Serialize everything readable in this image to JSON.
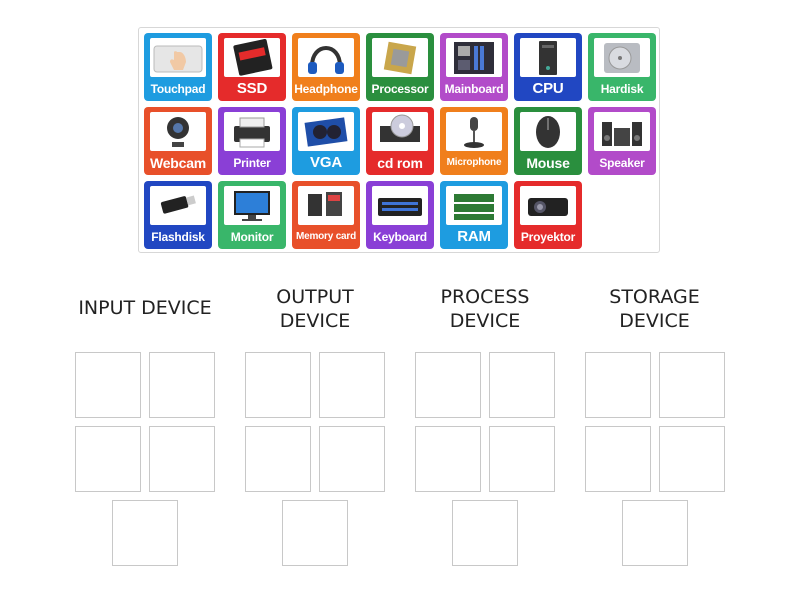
{
  "tiles": [
    {
      "label": "Touchpad",
      "color": "#1e9ce0",
      "icon": "touchpad-icon"
    },
    {
      "label": "SSD",
      "color": "#e52b2b",
      "icon": "ssd-icon"
    },
    {
      "label": "Headphone",
      "color": "#f07f1c",
      "icon": "headphone-icon"
    },
    {
      "label": "Processor",
      "color": "#2a8f3e",
      "icon": "processor-icon"
    },
    {
      "label": "Mainboard",
      "color": "#b24bc9",
      "icon": "mainboard-icon"
    },
    {
      "label": "CPU",
      "color": "#2147c2",
      "icon": "cpu-tower-icon"
    },
    {
      "label": "Hardisk",
      "color": "#39b66a",
      "icon": "hardisk-icon"
    },
    {
      "label": "Webcam",
      "color": "#e8502a",
      "icon": "webcam-icon"
    },
    {
      "label": "Printer",
      "color": "#8a3fd6",
      "icon": "printer-icon"
    },
    {
      "label": "VGA",
      "color": "#1e9ce0",
      "icon": "vga-card-icon"
    },
    {
      "label": "cd rom",
      "color": "#e52b2b",
      "icon": "cd-rom-icon"
    },
    {
      "label": "Microphone",
      "color": "#f07f1c",
      "icon": "microphone-icon"
    },
    {
      "label": "Mouse",
      "color": "#2a8f3e",
      "icon": "mouse-icon"
    },
    {
      "label": "Speaker",
      "color": "#b24bc9",
      "icon": "speaker-icon"
    },
    {
      "label": "Flashdisk",
      "color": "#2147c2",
      "icon": "flashdisk-icon"
    },
    {
      "label": "Monitor",
      "color": "#39b66a",
      "icon": "monitor-icon"
    },
    {
      "label": "Memory card",
      "color": "#e8502a",
      "icon": "memory-card-icon"
    },
    {
      "label": "Keyboard",
      "color": "#8a3fd6",
      "icon": "keyboard-icon"
    },
    {
      "label": "RAM",
      "color": "#1e9ce0",
      "icon": "ram-icon"
    },
    {
      "label": "Proyektor",
      "color": "#e52b2b",
      "icon": "projector-icon"
    }
  ],
  "groups": [
    {
      "title": "INPUT DEVICE"
    },
    {
      "title": "OUTPUT DEVICE"
    },
    {
      "title": "PROCESS DEVICE"
    },
    {
      "title": "STORAGE DEVICE"
    }
  ]
}
